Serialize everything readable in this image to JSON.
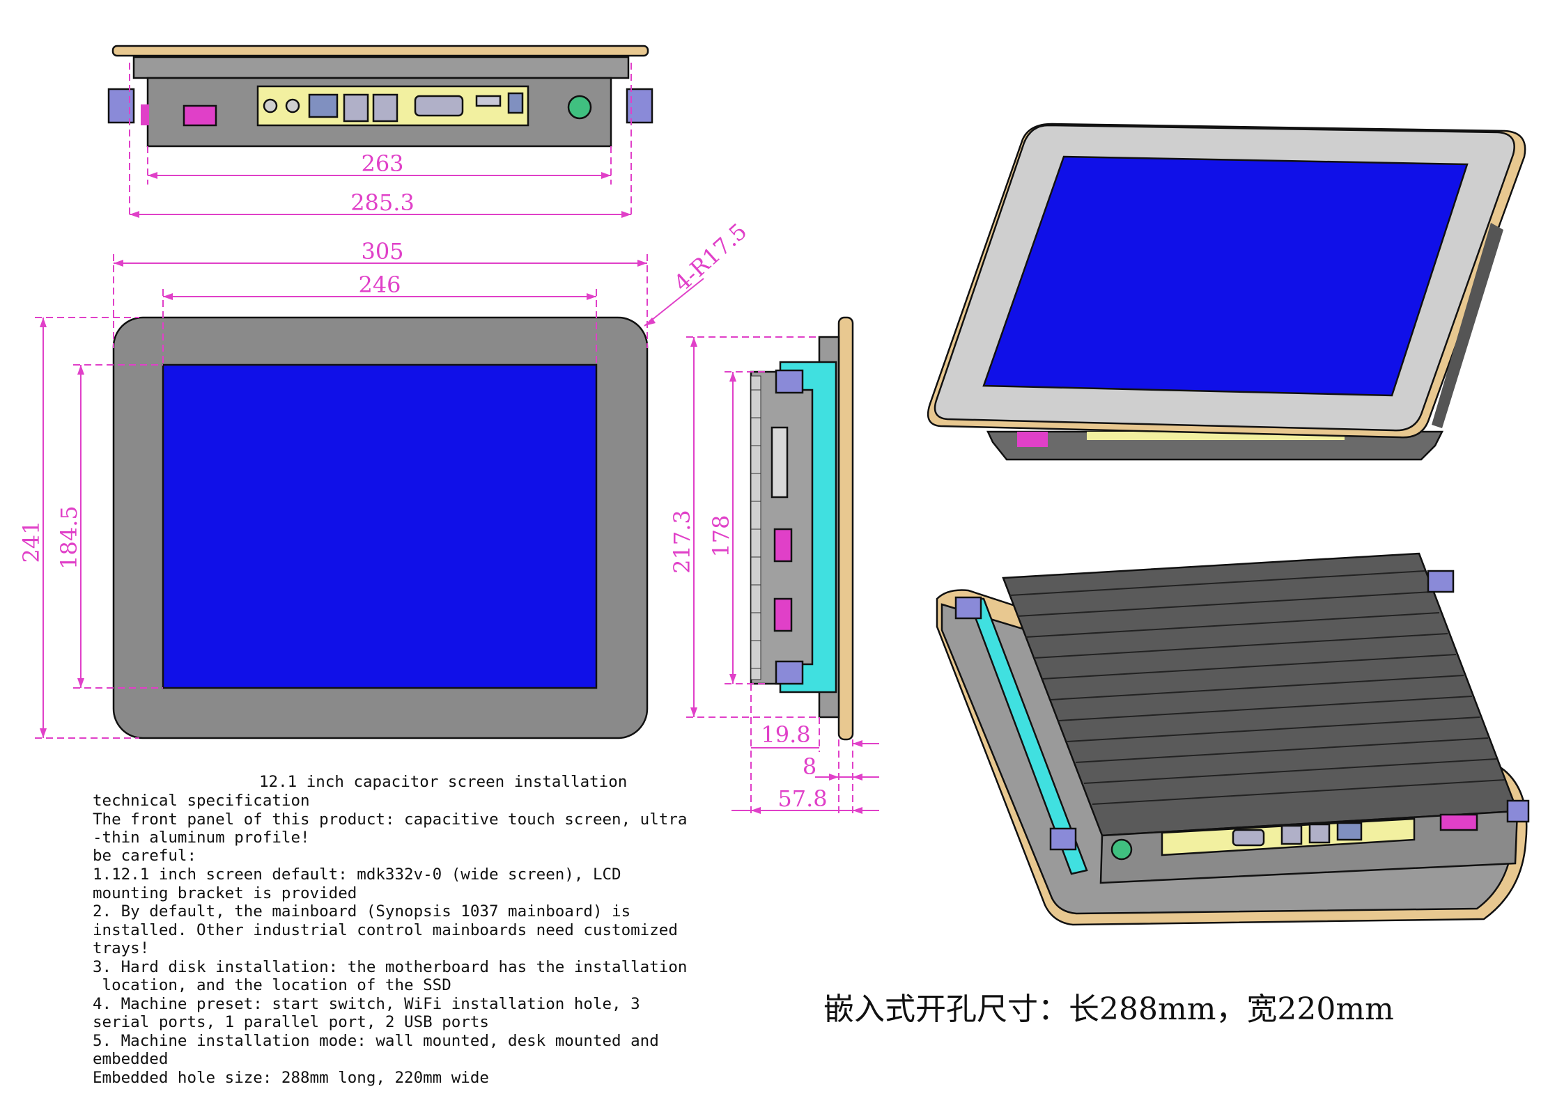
{
  "dimensions": {
    "top_inner": "263",
    "top_outer": "285.3",
    "front_width": "305",
    "screen_width": "246",
    "corner_radius": "4-R17.5",
    "front_height": "241",
    "screen_height": "184.5",
    "side_height": "217.3",
    "side_inner": "178",
    "depth_a": "19.8",
    "depth_b": "8",
    "depth_total": "57.8"
  },
  "spec": {
    "title": "12.1 inch capacitor screen installation",
    "lines": [
      "technical specification",
      "The front panel of this product: capacitive touch screen, ultra",
      "-thin aluminum profile!",
      "be careful:",
      "1.12.1 inch screen default: mdk332v-0 (wide screen), LCD",
      "mounting bracket is provided",
      "2. By default, the mainboard (Synopsis 1037 mainboard) is",
      "installed. Other industrial control mainboards need customized",
      "trays!",
      "3. Hard disk installation: the motherboard has the installation",
      " location, and the location of the SSD",
      "4. Machine preset: start switch, WiFi installation hole, 3",
      "serial ports, 1 parallel port, 2 USB ports",
      "5. Machine installation mode: wall mounted, desk mounted and",
      "embedded",
      "Embedded hole size: 288mm long, 220mm wide"
    ]
  },
  "chinese_caption": "嵌入式开孔尺寸：长288mm，宽220mm",
  "colors": {
    "dimension": "#e040c8",
    "screen": "#1010e8",
    "bezel": "#8a8a8a",
    "frame_gold": "#e8c890",
    "bracket_cyan": "#40e0e0",
    "io_panel": "#f2f0a0"
  }
}
